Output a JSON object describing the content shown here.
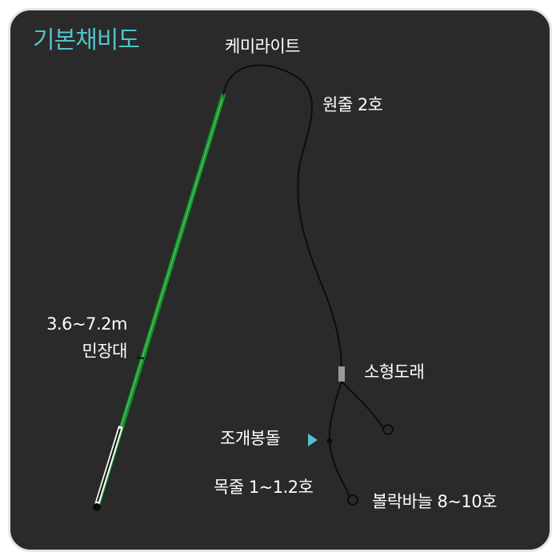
{
  "title": "기본채비도",
  "labels": {
    "chemilight": "케미라이트",
    "main_line": "원줄 2호",
    "rod_length": "3.6~7.2m",
    "rod_type": "민장대",
    "swivel": "소형도래",
    "sinker": "조개봉돌",
    "leader": "목줄 1~1.2호",
    "hook": "볼락바늘 8~10호"
  },
  "colors": {
    "background": "#2b2a2b",
    "title": "#4fc3c9",
    "rod": "#1e8a33",
    "pointer": "#4fc3c9",
    "text": "#ffffff"
  }
}
